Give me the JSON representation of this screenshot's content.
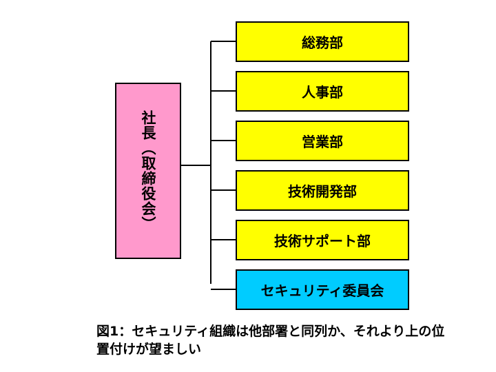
{
  "root": {
    "label": "社長（取締役会）",
    "color": "#ff99cc"
  },
  "departments": [
    {
      "label": "総務部",
      "color": "#ffff00"
    },
    {
      "label": "人事部",
      "color": "#ffff00"
    },
    {
      "label": "営業部",
      "color": "#ffff00"
    },
    {
      "label": "技術開発部",
      "color": "#ffff00"
    },
    {
      "label": "技術サポート部",
      "color": "#ffff00"
    },
    {
      "label": "セキュリティ委員会",
      "color": "#00ccff"
    }
  ],
  "caption": "図1：セキュリティ組織は他部署と同列か、それより上の位置付けが望ましい"
}
